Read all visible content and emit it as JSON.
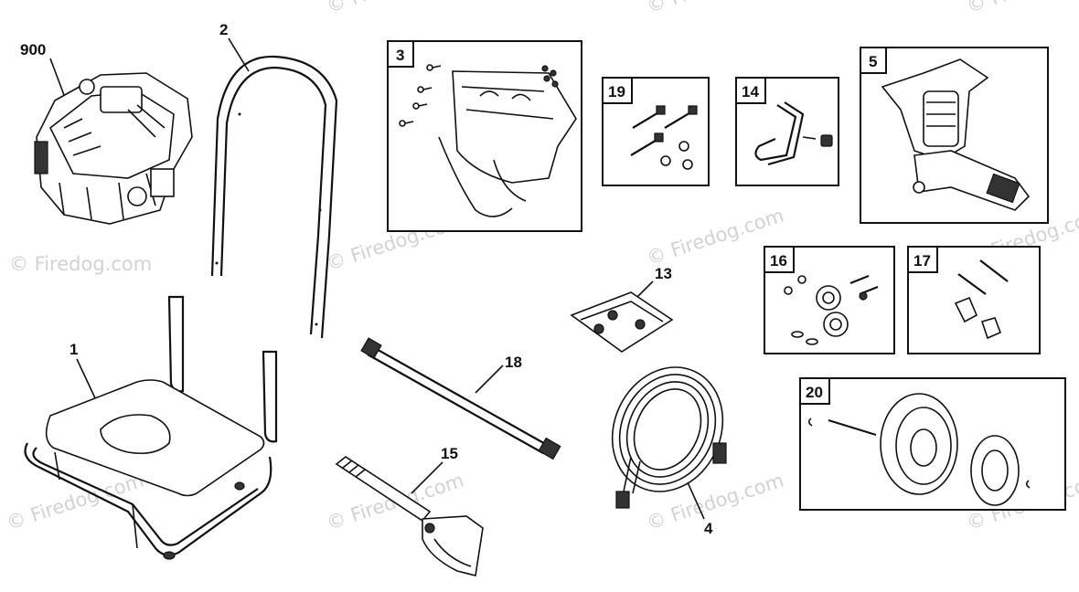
{
  "watermark": {
    "text": "© Firedog.com",
    "left_text": "© Firedog.com"
  },
  "parts": [
    {
      "id": "p900",
      "number": "900"
    },
    {
      "id": "p2",
      "number": "2"
    },
    {
      "id": "p1",
      "number": "1"
    },
    {
      "id": "p3",
      "number": "3"
    },
    {
      "id": "p19",
      "number": "19"
    },
    {
      "id": "p14",
      "number": "14"
    },
    {
      "id": "p5",
      "number": "5"
    },
    {
      "id": "p13",
      "number": "13"
    },
    {
      "id": "p18",
      "number": "18"
    },
    {
      "id": "p16",
      "number": "16"
    },
    {
      "id": "p15",
      "number": "15"
    },
    {
      "id": "p17",
      "number": "17"
    },
    {
      "id": "p4",
      "number": "4"
    },
    {
      "id": "p20",
      "number": "20"
    }
  ]
}
